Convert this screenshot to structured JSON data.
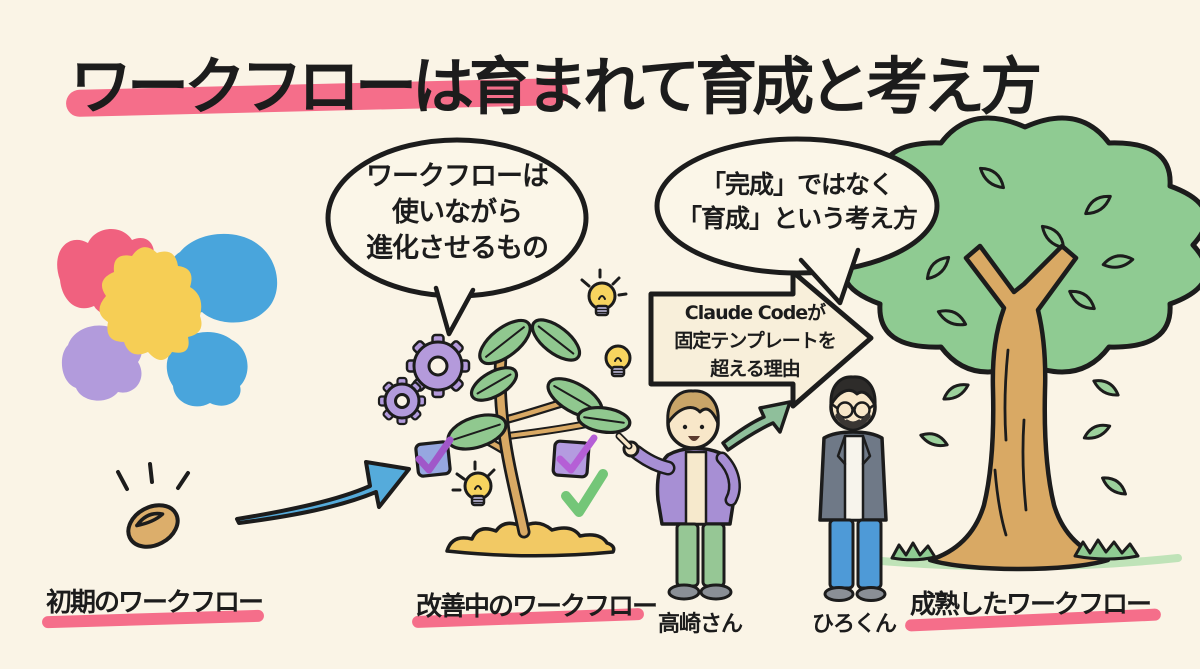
{
  "title": {
    "text": "ワークフローは育まれて育成と考え方"
  },
  "speech_bubbles": {
    "improving": {
      "line1": "ワークフローは",
      "line2": "使いながら",
      "line3": "進化させるもの"
    },
    "mindset": {
      "line1": "「完成」ではなく",
      "line2": "「育成」という考え方"
    }
  },
  "claude_arrow": {
    "line1": "Claude Codeが",
    "line2": "固定テンプレートを",
    "line3": "超える理由"
  },
  "stage_labels": {
    "initial": "初期のワークフロー",
    "improving": "改善中のワークフロー",
    "mature": "成熟したワークフロー"
  },
  "people": {
    "takasaki": "高崎さん",
    "hiro": "ひろくん"
  },
  "icons": [
    "flower-blob-icon",
    "seed-icon",
    "sparkle-icon",
    "blue-growth-arrow-icon",
    "speech-bubble",
    "gear-icon",
    "lightbulb-icon",
    "checkbox-icon",
    "checkmark-icon",
    "sapling-icon",
    "soil-icon",
    "claude-arrow-banner",
    "green-growth-arrow-icon",
    "person-figure",
    "tree-icon",
    "grass-icon",
    "falling-leaf-icon"
  ],
  "colors": {
    "background": "#FAF4E6",
    "ink": "#1C1C1C",
    "highlight_pink": "#F56E8A",
    "blob_pink": "#F0617F",
    "blob_blue": "#49A5DC",
    "blob_yellow": "#F6CE55",
    "blob_purple": "#B29BDC",
    "seed_tan": "#DCAE6B",
    "arrow_blue": "#55ABDB",
    "leaf_green": "#90C88F",
    "trunk_tan": "#D9A964",
    "soil_yellow": "#F2C964",
    "gear_purple": "#B49ADB",
    "bulb_yellow": "#F7D45F",
    "check_green": "#74C678",
    "check_purple": "#A057C9",
    "canopy_green": "#8FCB92",
    "cardigan_purple": "#A78FD4",
    "pants_green": "#96C795",
    "jeans_blue": "#4E9AD7",
    "blazer_gray": "#6F7987"
  }
}
